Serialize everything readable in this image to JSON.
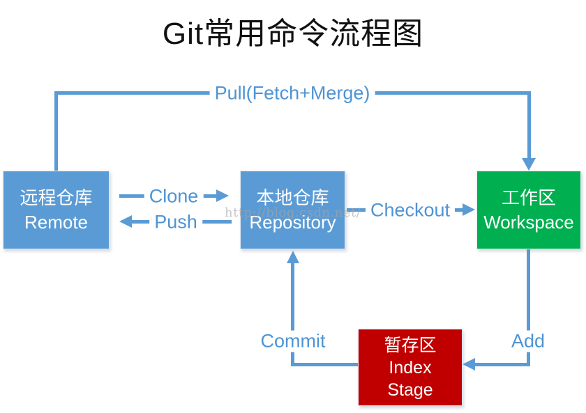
{
  "title": "Git常用命令流程图",
  "watermark": "http://blog.csdn.net/",
  "colors": {
    "connector_blue": "#5B9BD5",
    "label_blue": "#4E94D4",
    "node_blue": "#5B9BD5",
    "node_green": "#00B050",
    "node_red": "#C00000",
    "title_black": "#111111",
    "watermark_gray": "#A5A5A5"
  },
  "nodes": {
    "remote": {
      "lines": [
        "远程仓库",
        "Remote"
      ],
      "color": "#5B9BD5"
    },
    "repository": {
      "lines": [
        "本地仓库",
        "Repository"
      ],
      "color": "#5B9BD5"
    },
    "workspace": {
      "lines": [
        "工作区",
        "Workspace"
      ],
      "color": "#00B050"
    },
    "index": {
      "lines": [
        "暂存区",
        "Index",
        "Stage"
      ],
      "color": "#C00000"
    }
  },
  "edges": {
    "pull": {
      "label": "Pull(Fetch+Merge)",
      "from": "remote",
      "to": "workspace"
    },
    "clone": {
      "label": "Clone",
      "from": "remote",
      "to": "repository"
    },
    "push": {
      "label": "Push",
      "from": "repository",
      "to": "remote"
    },
    "checkout": {
      "label": "Checkout",
      "from": "repository",
      "to": "workspace"
    },
    "commit": {
      "label": "Commit",
      "from": "index",
      "to": "repository"
    },
    "add": {
      "label": "Add",
      "from": "workspace",
      "to": "index"
    }
  }
}
